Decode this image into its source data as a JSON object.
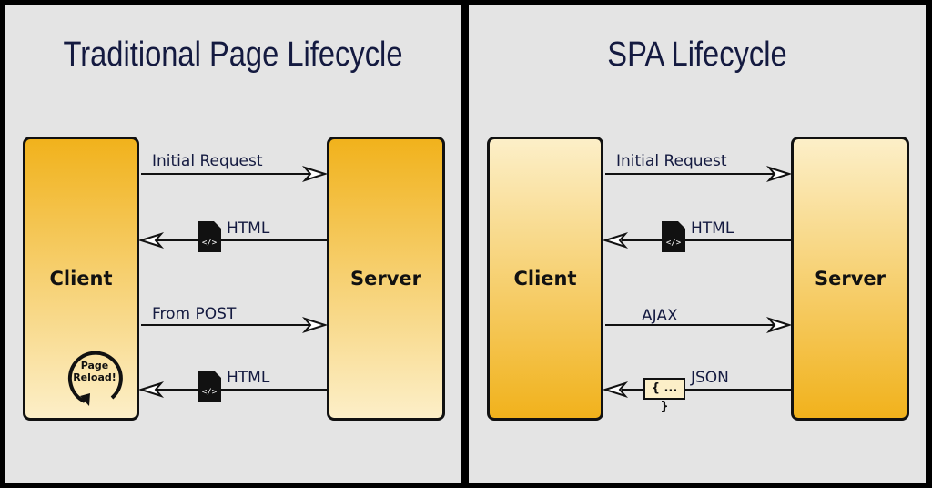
{
  "left_panel": {
    "title": "Traditional Page Lifecycle",
    "client": "Client",
    "server": "Server",
    "msg1": "Initial Request",
    "msg2": "HTML",
    "msg3": "From POST",
    "msg4": "HTML",
    "reload_line1": "Page",
    "reload_line2": "Reload!"
  },
  "right_panel": {
    "title": "SPA Lifecycle",
    "client": "Client",
    "server": "Server",
    "msg1": "Initial Request",
    "msg2": "HTML",
    "msg3": "AJAX",
    "msg4": "JSON",
    "json_badge": "{ ... }"
  },
  "colors": {
    "gold": "#f1b21c",
    "cream": "#fcefc8",
    "navy": "#141a40"
  },
  "icons": [
    "html-file-icon",
    "json-badge-icon",
    "reload-arrow-icon"
  ]
}
